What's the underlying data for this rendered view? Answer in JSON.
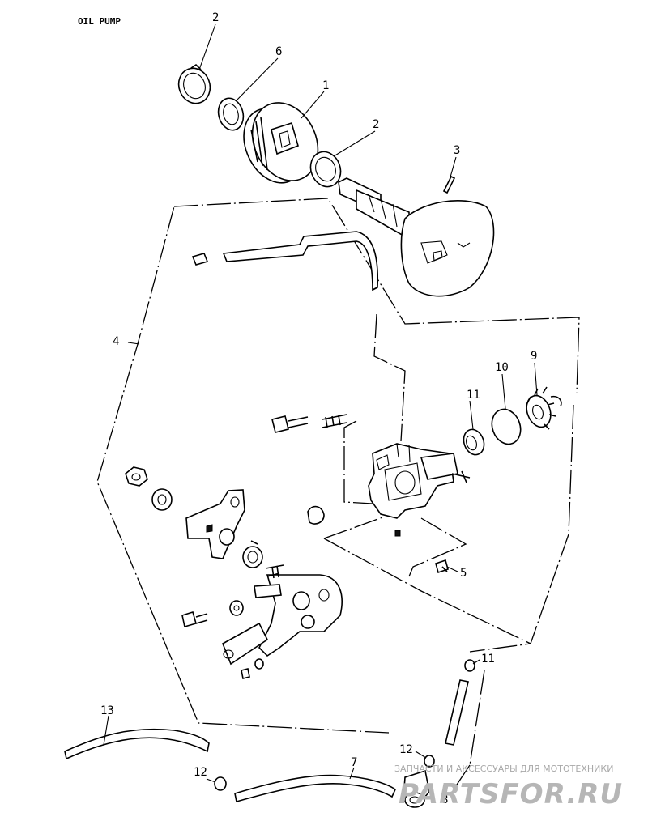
{
  "title": "OIL PUMP",
  "callouts": [
    "1",
    "2",
    "2",
    "3",
    "4",
    "5",
    "6",
    "7",
    "8",
    "9",
    "10",
    "11",
    "12",
    "12",
    "12",
    "13"
  ],
  "watermark": {
    "caption": "ЗАПЧАСТИ И АКСЕССУАРЫ ДЛЯ МОТОТЕХНИКИ",
    "brand": "PARTSFOR.RU"
  },
  "colors": {
    "ink": "#000000",
    "paper": "#ffffff",
    "watermark": "#b6b6b6"
  }
}
